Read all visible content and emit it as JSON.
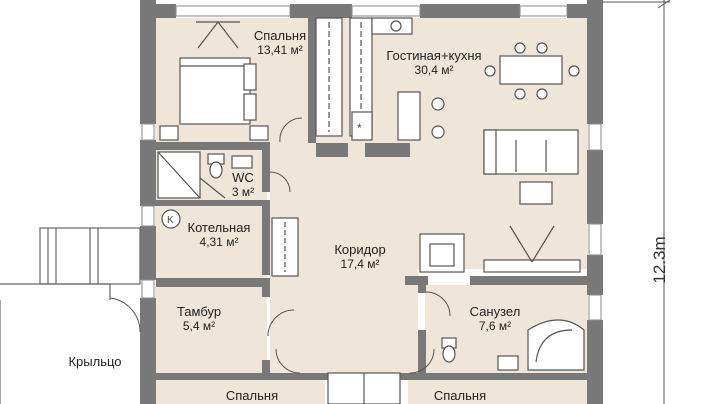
{
  "rooms": [
    {
      "id": "bedroom-top",
      "name": "Спальня",
      "area": "13,41 м²"
    },
    {
      "id": "living-kitchen",
      "name": "Гостиная+кухня",
      "area": "30,4 м²"
    },
    {
      "id": "wc",
      "name": "WC",
      "area": "3 м²"
    },
    {
      "id": "boiler",
      "name": "Котельная",
      "area": "4,31 м²"
    },
    {
      "id": "corridor",
      "name": "Коридор",
      "area": "17,4 м²"
    },
    {
      "id": "bathroom",
      "name": "Санузел",
      "area": "7,6 м²"
    },
    {
      "id": "vestibule",
      "name": "Тамбур",
      "area": "5,4 м²"
    },
    {
      "id": "porch",
      "name": "Крыльцо",
      "area": ""
    },
    {
      "id": "bedroom-bl",
      "name": "Спальня",
      "area": ""
    },
    {
      "id": "bedroom-br",
      "name": "Спальня",
      "area": ""
    }
  ],
  "dimension": {
    "label": "12.3m"
  },
  "colors": {
    "floor": "#efe5d8",
    "wall": "#787878",
    "wall_light": "#9a9a9a",
    "furniture": "#ffffff"
  }
}
